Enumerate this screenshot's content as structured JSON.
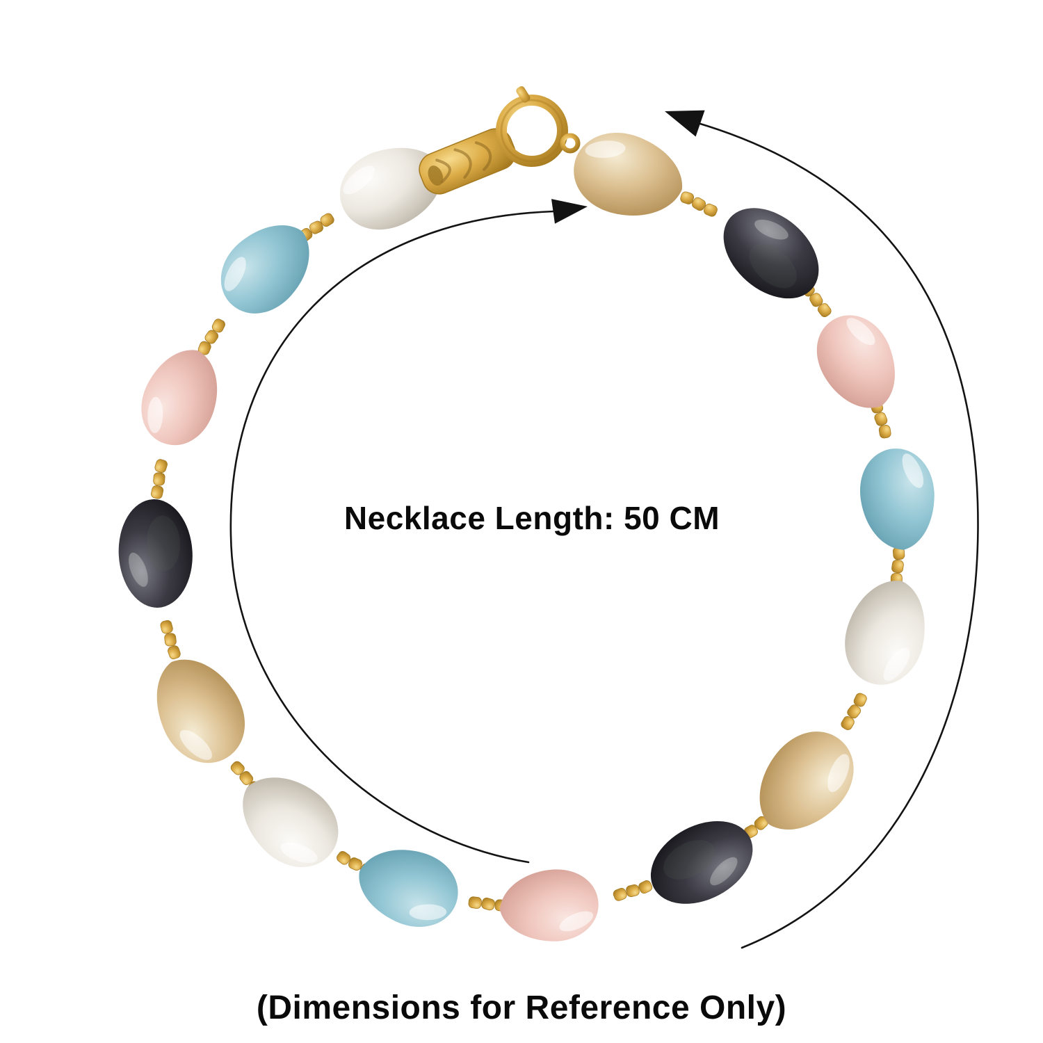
{
  "image": {
    "kind": "jewelry product dimension reference photo",
    "background": "#ffffff"
  },
  "labels": {
    "length_text": "Necklace Length: 50 CM",
    "length_cm": 50,
    "caption_text": "(Dimensions for Reference Only)",
    "text_color": "#0a0a0a"
  },
  "necklace": {
    "description": "multi-colour baroque teardrop pearl necklace strung in a circle with small gold nugget spacers",
    "clasp": {
      "style": "ornate carved gold cone with spring-ring clasp",
      "position": "top center"
    },
    "bead_count": 15,
    "color_cycle": [
      "gold",
      "black",
      "pink",
      "blue",
      "white"
    ],
    "bead_colors": {
      "white": {
        "base": "#ece8e0",
        "hi": "#fcfbf8",
        "lo": "#b3ab9d"
      },
      "gold": {
        "base": "#dcc091",
        "hi": "#f5ecd4",
        "lo": "#ab864a"
      },
      "black": {
        "base": "#3b3a43",
        "hi": "#7a7a84",
        "lo": "#121116"
      },
      "pink": {
        "base": "#efc6bd",
        "hi": "#fae6e1",
        "lo": "#cf978c"
      },
      "blue": {
        "base": "#93c6d4",
        "hi": "#c8e4ea",
        "lo": "#5d9aab"
      }
    },
    "metal": {
      "base": "#ddad48",
      "hi": "#f6da8c",
      "lo": "#a5791f"
    },
    "beads": [
      {
        "color": "gold",
        "angle": 284,
        "flip": false
      },
      {
        "color": "black",
        "angle": 311,
        "flip": false
      },
      {
        "color": "pink",
        "angle": 331,
        "flip": false
      },
      {
        "color": "blue",
        "angle": 353,
        "flip": false
      },
      {
        "color": "white",
        "angle": 17,
        "flip": true
      },
      {
        "color": "gold",
        "angle": 40,
        "flip": false
      },
      {
        "color": "black",
        "angle": 62,
        "flip": false
      },
      {
        "color": "pink",
        "angle": 85,
        "flip": false
      },
      {
        "color": "blue",
        "angle": 107,
        "flip": false
      },
      {
        "color": "white",
        "angle": 128,
        "flip": false
      },
      {
        "color": "gold",
        "angle": 150,
        "flip": false
      },
      {
        "color": "black",
        "angle": 177,
        "flip": false
      },
      {
        "color": "pink",
        "angle": 200,
        "flip": false
      },
      {
        "color": "blue",
        "angle": 224,
        "flip": false
      },
      {
        "color": "white",
        "angle": 247,
        "flip": false
      }
    ]
  },
  "arrows": {
    "color": "#131313",
    "outer": "curved arrow sweeping outside the right of the necklace, head at top pointing counter-clockwise",
    "inner": "curved arrow looping clockwise inside the necklace, head near the clasp pointing right"
  }
}
